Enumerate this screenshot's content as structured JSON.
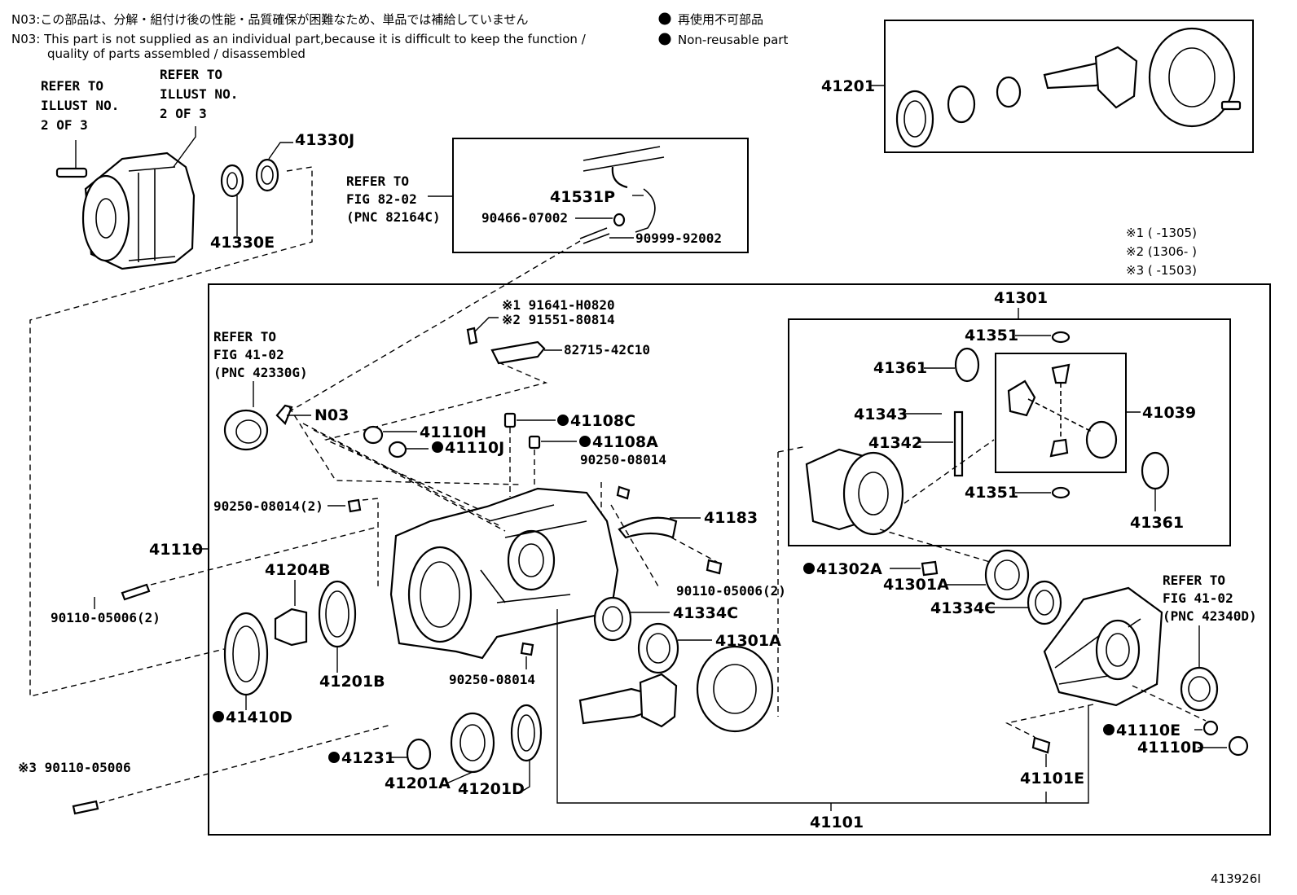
{
  "notes": {
    "n03_jp": "N03:この部品は、分解・組付け後の性能・品質確保が困難なため、単品では補給していません",
    "nonreusable_jp": "再使用不可部品",
    "n03_en_1": "N03: This part is not supplied as an individual part,because it is difficult to keep the function /",
    "n03_en_2": "quality of parts assembled / disassembled",
    "nonreusable_en": "Non-reusable part"
  },
  "codes": {
    "c1": "※1 (      -1305)",
    "c2": "※2 (1306-      )",
    "c3": "※3 (      -1503)"
  },
  "refs": {
    "illust": [
      "REFER TO",
      "ILLUST NO.",
      "2 OF 3"
    ],
    "fig82": [
      "REFER TO",
      "FIG 82-02",
      "(PNC 82164C)"
    ],
    "fig41a": [
      "REFER TO",
      "FIG 41-02",
      "(PNC 42330G)"
    ],
    "fig41b": [
      "REFER TO",
      "FIG 41-02",
      "(PNC 42340D)"
    ]
  },
  "parts": {
    "p41201": "41201",
    "p41330J": "41330J",
    "p41330E": "41330E",
    "p41531P": "41531P",
    "p90466": "90466-07002",
    "p90999": "90999-92002",
    "p91641": "※1 91641-H0820",
    "p91551": "※2 91551-80814",
    "p82715": "82715-42C10",
    "pN03": "N03",
    "p41110H": "41110H",
    "p41110J": "41110J",
    "p41108C": "41108C",
    "p41108A": "41108A",
    "p90250a": "90250-08014",
    "p90250b": "90250-08014(2)",
    "p41110": "41110",
    "p41204B": "41204B",
    "p90110a": "90110-05006(2)",
    "p41201B": "41201B",
    "p41410D": "41410D",
    "p41183": "41183",
    "p90110b": "90110-05006(2)",
    "p41334Ca": "41334C",
    "p41301Aa": "41301A",
    "p90250c": "90250-08014",
    "p41231": "41231",
    "p41201A": "41201A",
    "p41201D": "41201D",
    "p90110c": "※3 90110-05006",
    "p41301": "41301",
    "p41351a": "41351",
    "p41361a": "41361",
    "p41343": "41343",
    "p41342": "41342",
    "p41039": "41039",
    "p41351b": "41351",
    "p41361b": "41361",
    "p41302A": "41302A",
    "p41301Ab": "41301A",
    "p41334Cb": "41334C",
    "p41110E": "41110E",
    "p41110D": "41110D",
    "p41101E": "41101E",
    "p41101": "41101"
  },
  "figure_id": "413926I"
}
